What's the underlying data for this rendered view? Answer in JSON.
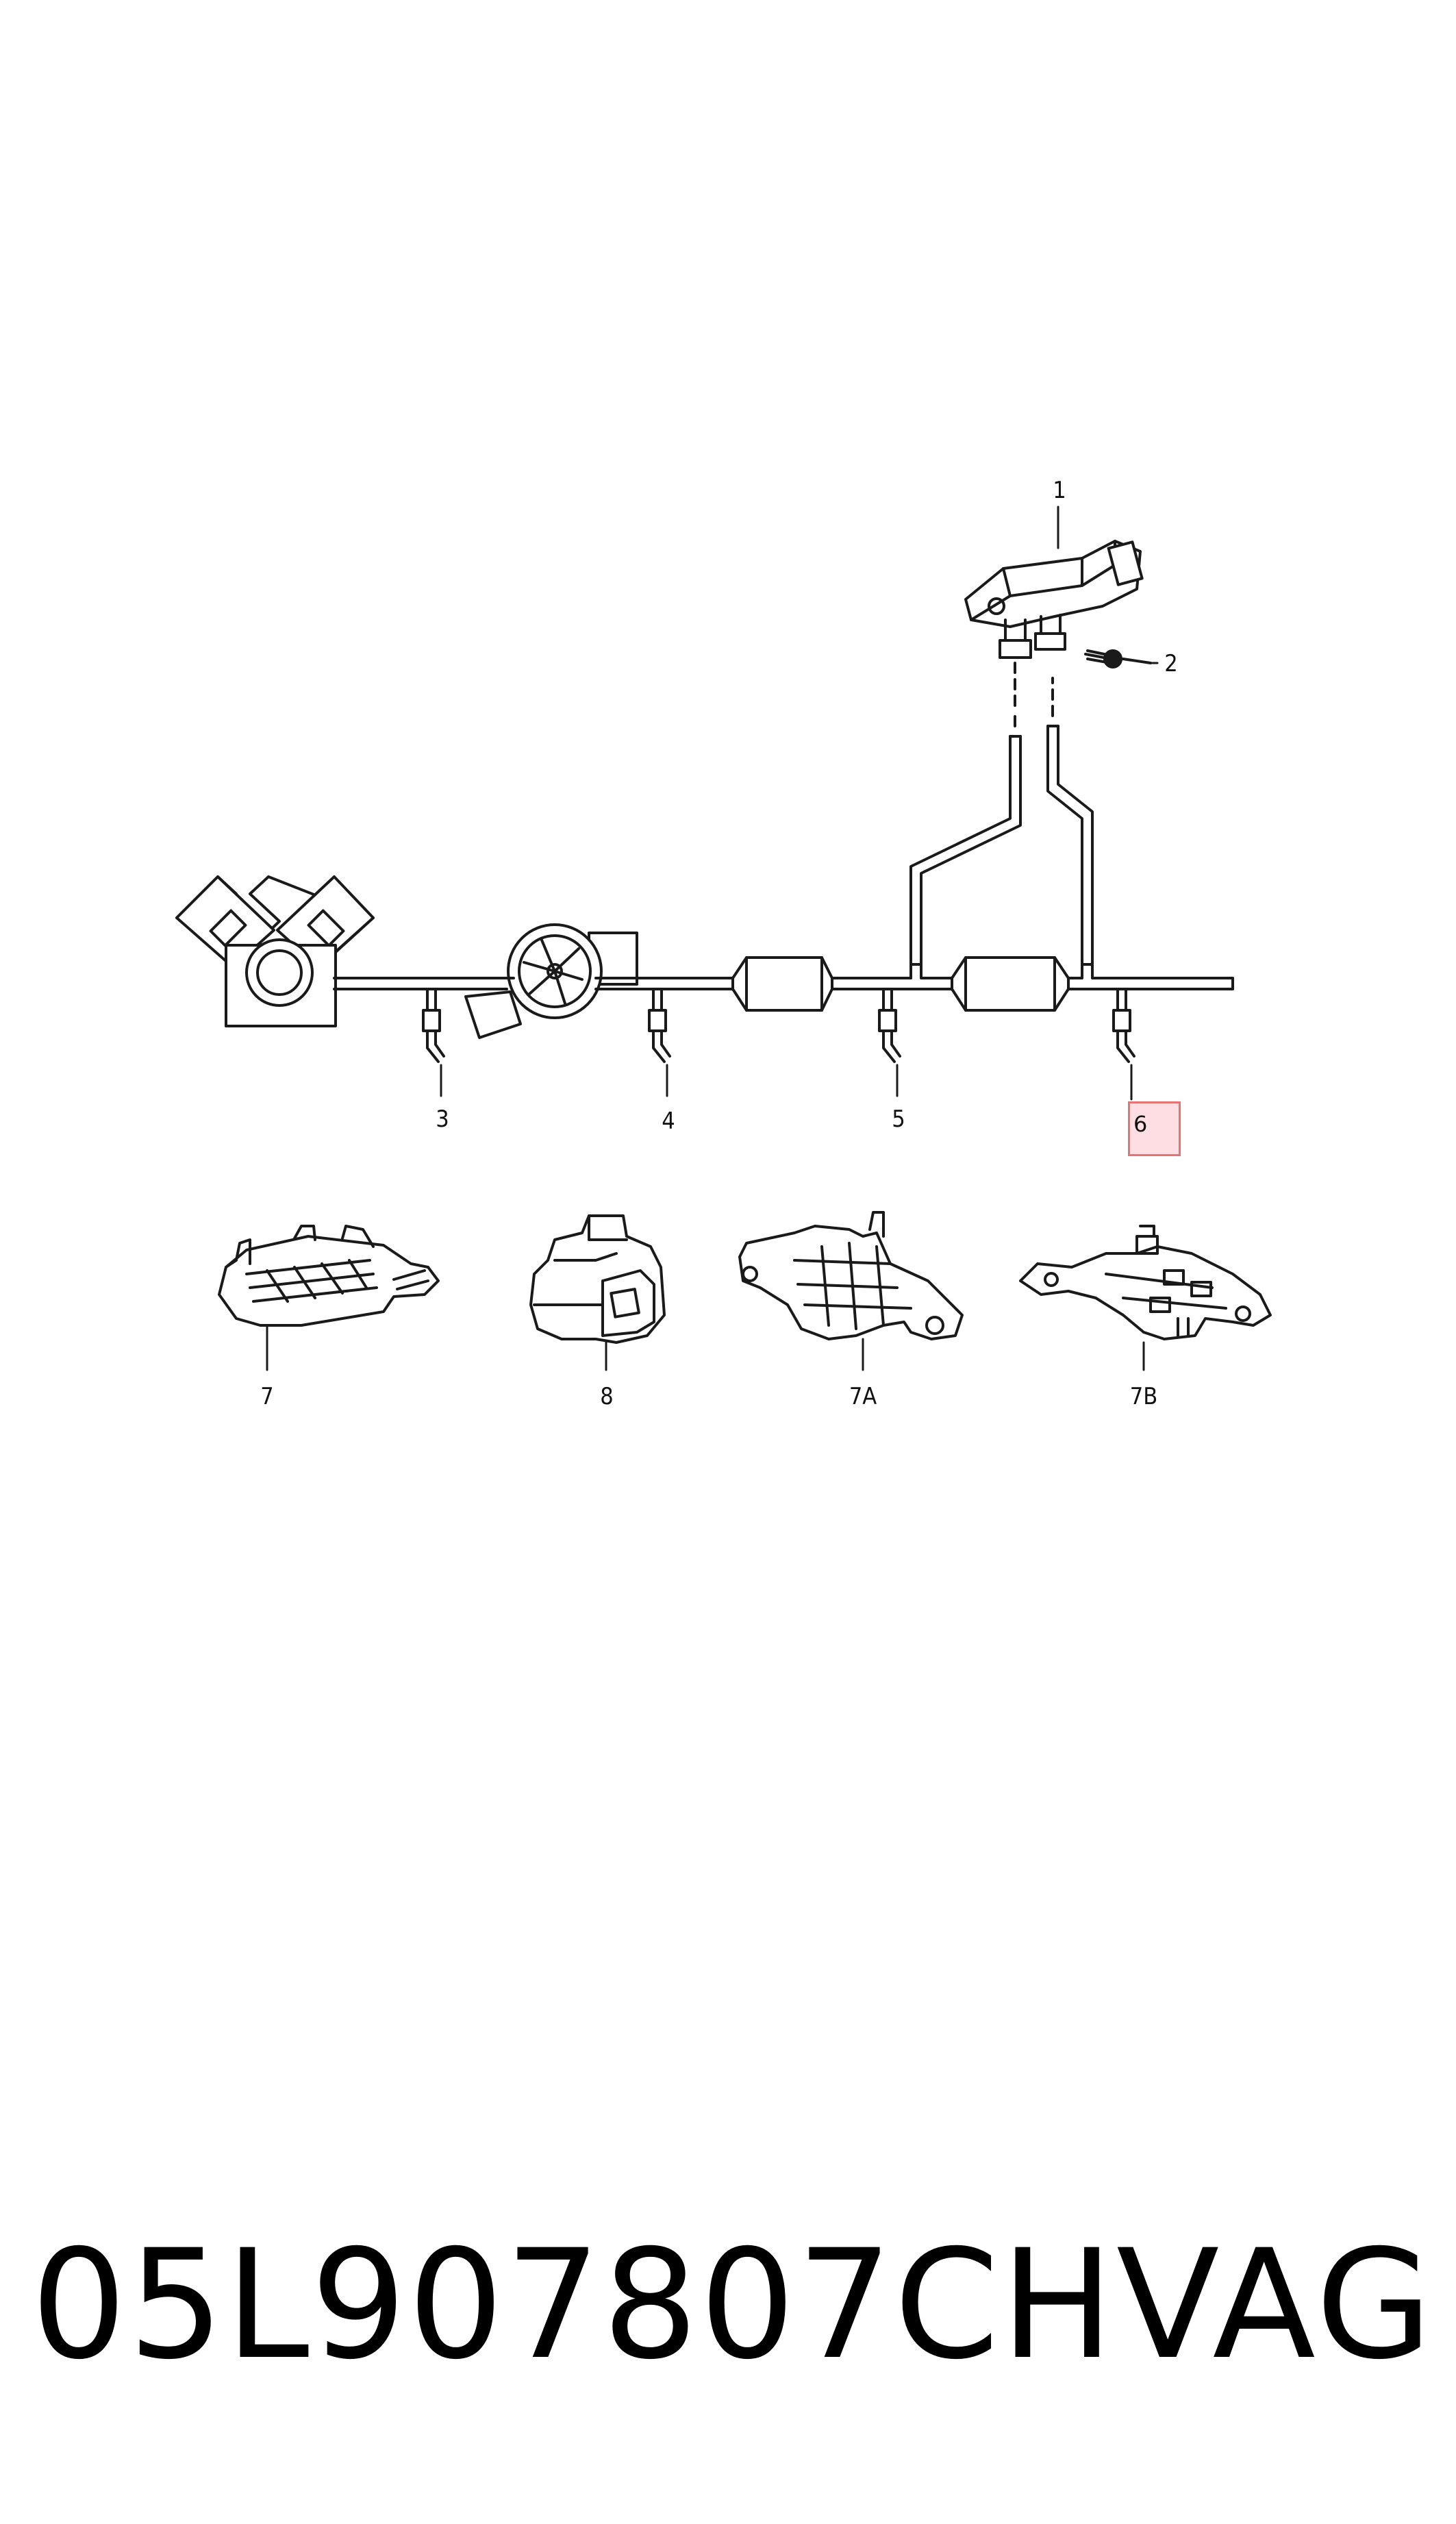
{
  "callouts": {
    "c1": "1",
    "c2": "2",
    "c3": "3",
    "c4": "4",
    "c5": "5",
    "c6": "6",
    "c7": "7",
    "c8": "8",
    "c7a": "7A",
    "c7b": "7B"
  },
  "footer": {
    "part_number": "05L907807CH",
    "brand": "VAG"
  },
  "colors": {
    "line": "#1a1a1a",
    "highlight_fill": "#ffb6c1",
    "highlight_border": "#e57373"
  }
}
